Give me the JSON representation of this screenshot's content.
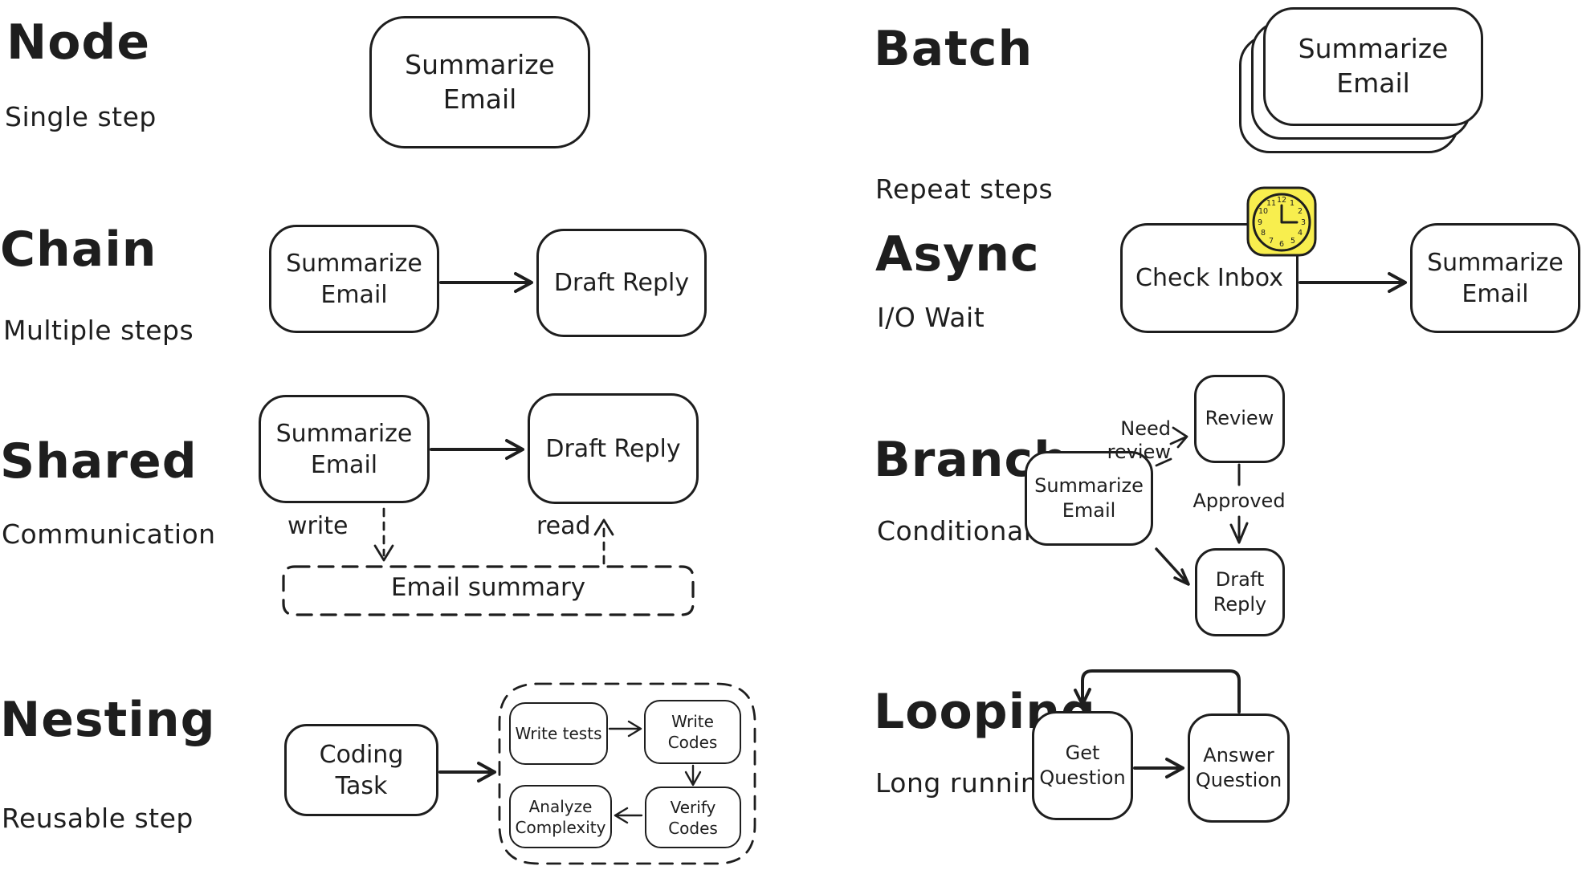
{
  "sections": {
    "node": {
      "title": "Node",
      "subtitle": "Single step",
      "box": "Summarize Email"
    },
    "chain": {
      "title": "Chain",
      "subtitle": "Multiple steps",
      "box1": "Summarize Email",
      "box2": "Draft Reply"
    },
    "shared": {
      "title": "Shared",
      "subtitle": "Communication",
      "box1": "Summarize Email",
      "box2": "Draft Reply",
      "write_label": "write",
      "read_label": "read",
      "store": "Email summary"
    },
    "nesting": {
      "title": "Nesting",
      "subtitle": "Reusable step",
      "box": "Coding Task",
      "inner1": "Write tests",
      "inner2": "Write Codes",
      "inner3": "Verify Codes",
      "inner4": "Analyze Complexity"
    },
    "batch": {
      "title": "Batch",
      "subtitle": "Repeat steps",
      "box": "Summarize Email"
    },
    "async": {
      "title": "Async",
      "subtitle": "I/O Wait",
      "box1": "Check Inbox",
      "box2": "Summarize Email"
    },
    "branch": {
      "title": "Branch",
      "subtitle": "Conditional step",
      "box1": "Summarize Email",
      "box2": "Review",
      "box3": "Draft Reply",
      "label_need": "Need review",
      "label_approved": "Approved"
    },
    "looping": {
      "title": "Looping",
      "subtitle": "Long running step",
      "box1": "Get Question",
      "box2": "Answer Question"
    }
  },
  "icons": {
    "async_clock": "clock-icon",
    "clock_time": "3:00"
  },
  "colors": {
    "ink": "#1e1e1e",
    "clock_yellow": "#f8ee4e",
    "background": "#ffffff"
  }
}
